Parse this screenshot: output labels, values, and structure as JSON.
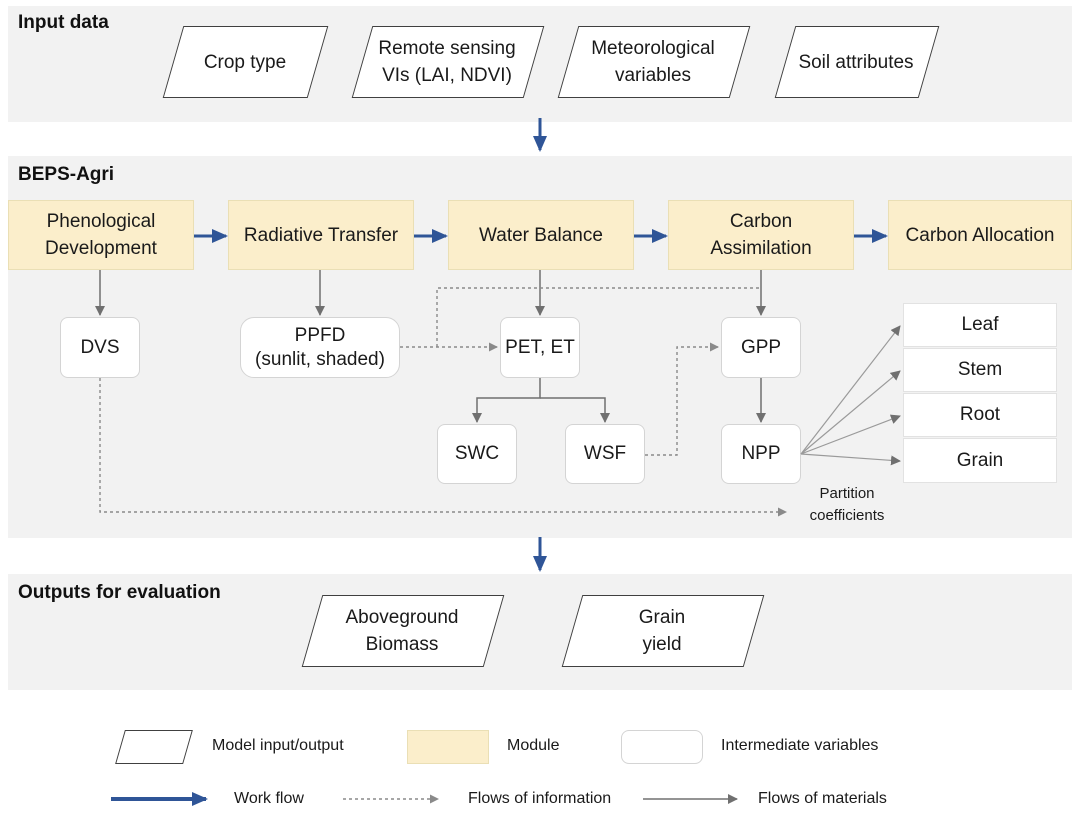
{
  "sections": {
    "input": "Input data",
    "model": "BEPS-Agri",
    "outputs": "Outputs for evaluation"
  },
  "inputs": {
    "crop_type": "Crop type",
    "remote_sensing": "Remote sensing\nVIs (LAI, NDVI)",
    "meteorological": "Meteorological\nvariables",
    "soil": "Soil attributes"
  },
  "modules": {
    "phenological": "Phenological\nDevelopment",
    "radiative": "Radiative Transfer",
    "water": "Water Balance",
    "carbon_assim": "Carbon\nAssimilation",
    "carbon_alloc": "Carbon Allocation"
  },
  "variables": {
    "dvs": "DVS",
    "ppfd": "PPFD\n(sunlit, shaded)",
    "pet_et": "PET, ET",
    "swc": "SWC",
    "wsf": "WSF",
    "gpp": "GPP",
    "npp": "NPP"
  },
  "organs": {
    "leaf": "Leaf",
    "stem": "Stem",
    "root": "Root",
    "grain": "Grain"
  },
  "notes": {
    "partition": "Partition\ncoefficients"
  },
  "outputs": {
    "biomass": "Aboveground\nBiomass",
    "yield": "Grain\nyield"
  },
  "legend": {
    "model_io": "Model input/output",
    "module": "Module",
    "intermediate": "Intermediate variables",
    "work_flow": "Work flow",
    "info_flow": "Flows of information",
    "material_flow": "Flows of materials"
  },
  "colors": {
    "work_flow": "#2f5597",
    "module_fill": "#fbeecb",
    "panel_bg": "#f2f2f2",
    "material_arrow": "#707070",
    "info_arrow": "#8a8a8a"
  }
}
